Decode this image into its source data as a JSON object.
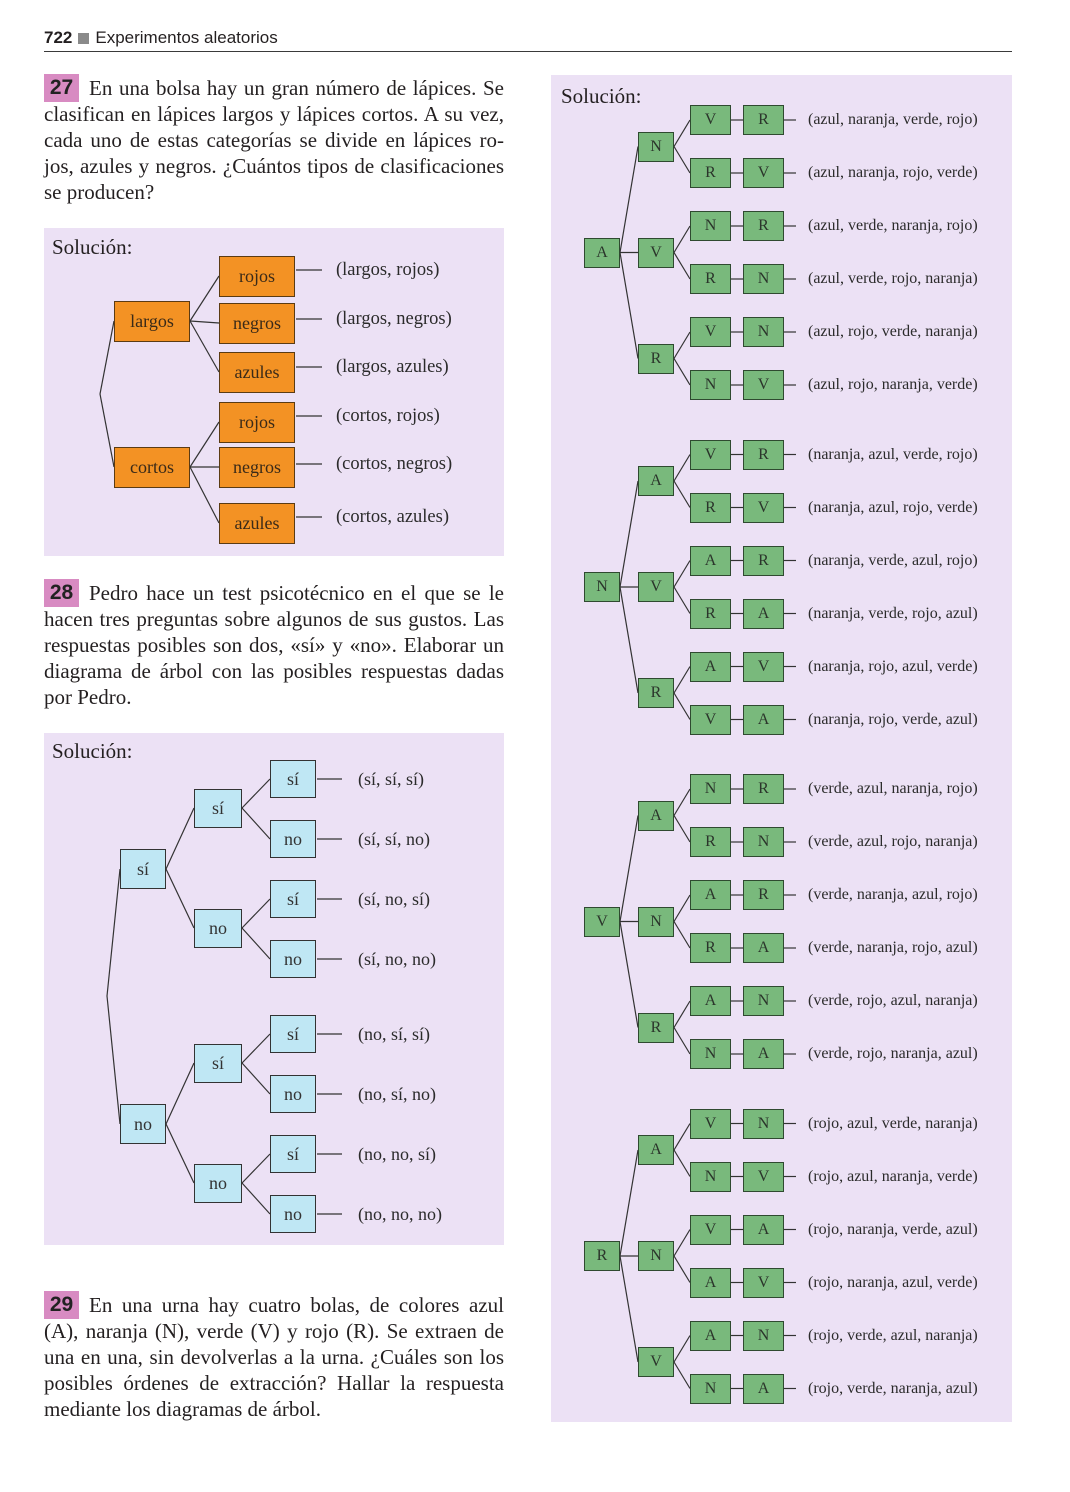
{
  "header": {
    "page_number": "722",
    "section": "Experimentos aleatorios"
  },
  "colors": {
    "badge": "#d88bc2",
    "panel": "#ece1f5",
    "orange_box": "#f39224",
    "blue_box": "#bfe7f4",
    "green_box": "#79b97c"
  },
  "problems": [
    {
      "number": "27",
      "lines": [
        "En una bolsa hay un gran número de lápices. Se",
        "clasifican en lápices largos y lápices cortos. A su vez,",
        "cada uno de estas categorías se divide en lápices ro-",
        "jos, azules y negros. ¿Cuántos tipos de clasificaciones",
        "se producen?"
      ],
      "solution": {
        "label": "Solución:",
        "tree": [
          {
            "label": "largos",
            "children": [
              {
                "label": "rojos",
                "result": "(largos, rojos)"
              },
              {
                "label": "negros",
                "result": "(largos, negros)"
              },
              {
                "label": "azules",
                "result": "(largos, azules)"
              }
            ]
          },
          {
            "label": "cortos",
            "children": [
              {
                "label": "rojos",
                "result": "(cortos, rojos)"
              },
              {
                "label": "negros",
                "result": "(cortos, negros)"
              },
              {
                "label": "azules",
                "result": "(cortos, azules)"
              }
            ]
          }
        ]
      }
    },
    {
      "number": "28",
      "lines": [
        "Pedro hace un test psicotécnico en el que se le",
        "hacen tres preguntas sobre algunos de sus gustos. Las",
        "respuestas posibles son dos, «sí» y «no». Elaborar un",
        "diagrama de árbol con las posibles respuestas dadas",
        "por Pedro."
      ],
      "solution": {
        "label": "Solución:",
        "tree": [
          {
            "label": "sí",
            "children": [
              {
                "label": "sí",
                "children": [
                  {
                    "label": "sí",
                    "result": "(sí, sí, sí)"
                  },
                  {
                    "label": "no",
                    "result": "(sí, sí, no)"
                  }
                ]
              },
              {
                "label": "no",
                "children": [
                  {
                    "label": "sí",
                    "result": "(sí, no, sí)"
                  },
                  {
                    "label": "no",
                    "result": "(sí, no, no)"
                  }
                ]
              }
            ]
          },
          {
            "label": "no",
            "children": [
              {
                "label": "sí",
                "children": [
                  {
                    "label": "sí",
                    "result": "(no, sí, sí)"
                  },
                  {
                    "label": "no",
                    "result": "(no, sí, no)"
                  }
                ]
              },
              {
                "label": "no",
                "children": [
                  {
                    "label": "sí",
                    "result": "(no, no, sí)"
                  },
                  {
                    "label": "no",
                    "result": "(no, no, no)"
                  }
                ]
              }
            ]
          }
        ]
      }
    },
    {
      "number": "29",
      "lines": [
        "En una urna hay cuatro bolas, de colores azul",
        "(A), naranja (N), verde (V) y rojo (R). Se extraen de",
        "una en una, sin devolverlas a la urna. ¿Cuáles son los",
        "posibles órdenes de extracción? Hallar la respuesta",
        "mediante los diagramas de árbol."
      ],
      "solution": {
        "label": "Solución:",
        "tree": [
          {
            "label": "A",
            "children": [
              {
                "label": "N",
                "children": [
                  {
                    "label": "V",
                    "next": "R",
                    "result": "(azul, naranja, verde, rojo)"
                  },
                  {
                    "label": "R",
                    "next": "V",
                    "result": "(azul, naranja, rojo, verde)"
                  }
                ]
              },
              {
                "label": "V",
                "children": [
                  {
                    "label": "N",
                    "next": "R",
                    "result": "(azul, verde, naranja, rojo)"
                  },
                  {
                    "label": "R",
                    "next": "N",
                    "result": "(azul, verde, rojo, naranja)"
                  }
                ]
              },
              {
                "label": "R",
                "children": [
                  {
                    "label": "V",
                    "next": "N",
                    "result": "(azul, rojo, verde, naranja)"
                  },
                  {
                    "label": "N",
                    "next": "V",
                    "result": "(azul, rojo, naranja, verde)"
                  }
                ]
              }
            ]
          },
          {
            "label": "N",
            "children": [
              {
                "label": "A",
                "children": [
                  {
                    "label": "V",
                    "next": "R",
                    "result": "(naranja, azul, verde, rojo)"
                  },
                  {
                    "label": "R",
                    "next": "V",
                    "result": "(naranja, azul, rojo, verde)"
                  }
                ]
              },
              {
                "label": "V",
                "children": [
                  {
                    "label": "A",
                    "next": "R",
                    "result": "(naranja, verde, azul, rojo)"
                  },
                  {
                    "label": "R",
                    "next": "A",
                    "result": "(naranja, verde, rojo, azul)"
                  }
                ]
              },
              {
                "label": "R",
                "children": [
                  {
                    "label": "A",
                    "next": "V",
                    "result": "(naranja, rojo, azul, verde)"
                  },
                  {
                    "label": "V",
                    "next": "A",
                    "result": "(naranja, rojo, verde, azul)"
                  }
                ]
              }
            ]
          },
          {
            "label": "V",
            "children": [
              {
                "label": "A",
                "children": [
                  {
                    "label": "N",
                    "next": "R",
                    "result": "(verde, azul, naranja, rojo)"
                  },
                  {
                    "label": "R",
                    "next": "N",
                    "result": "(verde, azul, rojo, naranja)"
                  }
                ]
              },
              {
                "label": "N",
                "children": [
                  {
                    "label": "A",
                    "next": "R",
                    "result": "(verde, naranja, azul, rojo)"
                  },
                  {
                    "label": "R",
                    "next": "A",
                    "result": "(verde, naranja, rojo, azul)"
                  }
                ]
              },
              {
                "label": "R",
                "children": [
                  {
                    "label": "A",
                    "next": "N",
                    "result": "(verde, rojo, azul, naranja)"
                  },
                  {
                    "label": "N",
                    "next": "A",
                    "result": "(verde, rojo, naranja, azul)"
                  }
                ]
              }
            ]
          },
          {
            "label": "R",
            "children": [
              {
                "label": "A",
                "children": [
                  {
                    "label": "V",
                    "next": "N",
                    "result": "(rojo, azul, verde, naranja)"
                  },
                  {
                    "label": "N",
                    "next": "V",
                    "result": "(rojo, azul, naranja, verde)"
                  }
                ]
              },
              {
                "label": "N",
                "children": [
                  {
                    "label": "V",
                    "next": "A",
                    "result": "(rojo, naranja, verde, azul)"
                  },
                  {
                    "label": "A",
                    "next": "V",
                    "result": "(rojo, naranja, azul, verde)"
                  }
                ]
              },
              {
                "label": "V",
                "children": [
                  {
                    "label": "A",
                    "next": "N",
                    "result": "(rojo, verde, azul, naranja)"
                  },
                  {
                    "label": "N",
                    "next": "A",
                    "result": "(rojo, verde, naranja, azul)"
                  }
                ]
              }
            ]
          }
        ]
      }
    }
  ]
}
